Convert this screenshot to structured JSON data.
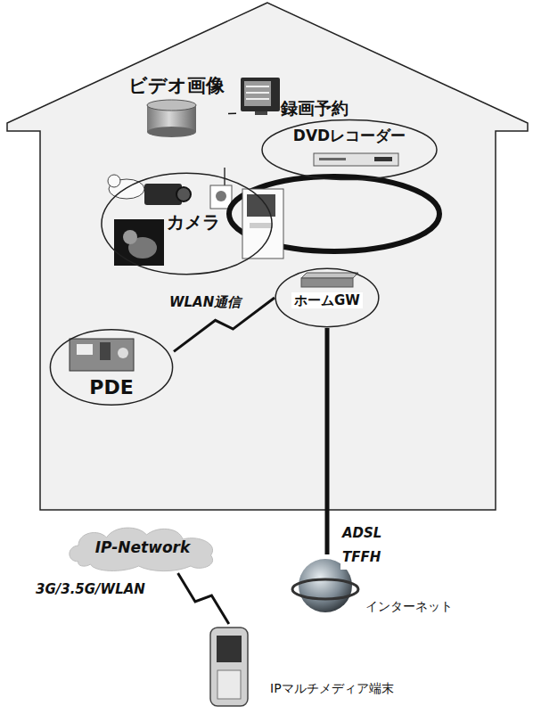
{
  "diagram": {
    "nodes": [
      {
        "text": [
          "ビデオ画像"
        ]
      },
      {
        "text": [
          "録画予約"
        ]
      },
      {
        "text": [
          "DVDレコーダー"
        ]
      },
      {
        "text": [
          "カメラ"
        ]
      },
      {
        "text": [
          "ホームGW"
        ]
      },
      {
        "text": [
          "PDE"
        ]
      },
      {
        "text": [
          "IP-Network"
        ]
      },
      {
        "text": [
          "インターネット"
        ]
      },
      {
        "text": [
          "IPマルチメディア端末"
        ]
      }
    ],
    "edges": [
      {
        "from": 0,
        "to": 1,
        "arrow": "none"
      },
      {
        "from": 5,
        "to": 4,
        "arrow": "none",
        "label": "WLAN通信"
      },
      {
        "from": 4,
        "to": 7,
        "arrow": "none",
        "label": "ADSL TFFH"
      },
      {
        "from": 8,
        "to": 6,
        "arrow": "none",
        "label": "3G/3.5G/WLAN"
      }
    ]
  }
}
